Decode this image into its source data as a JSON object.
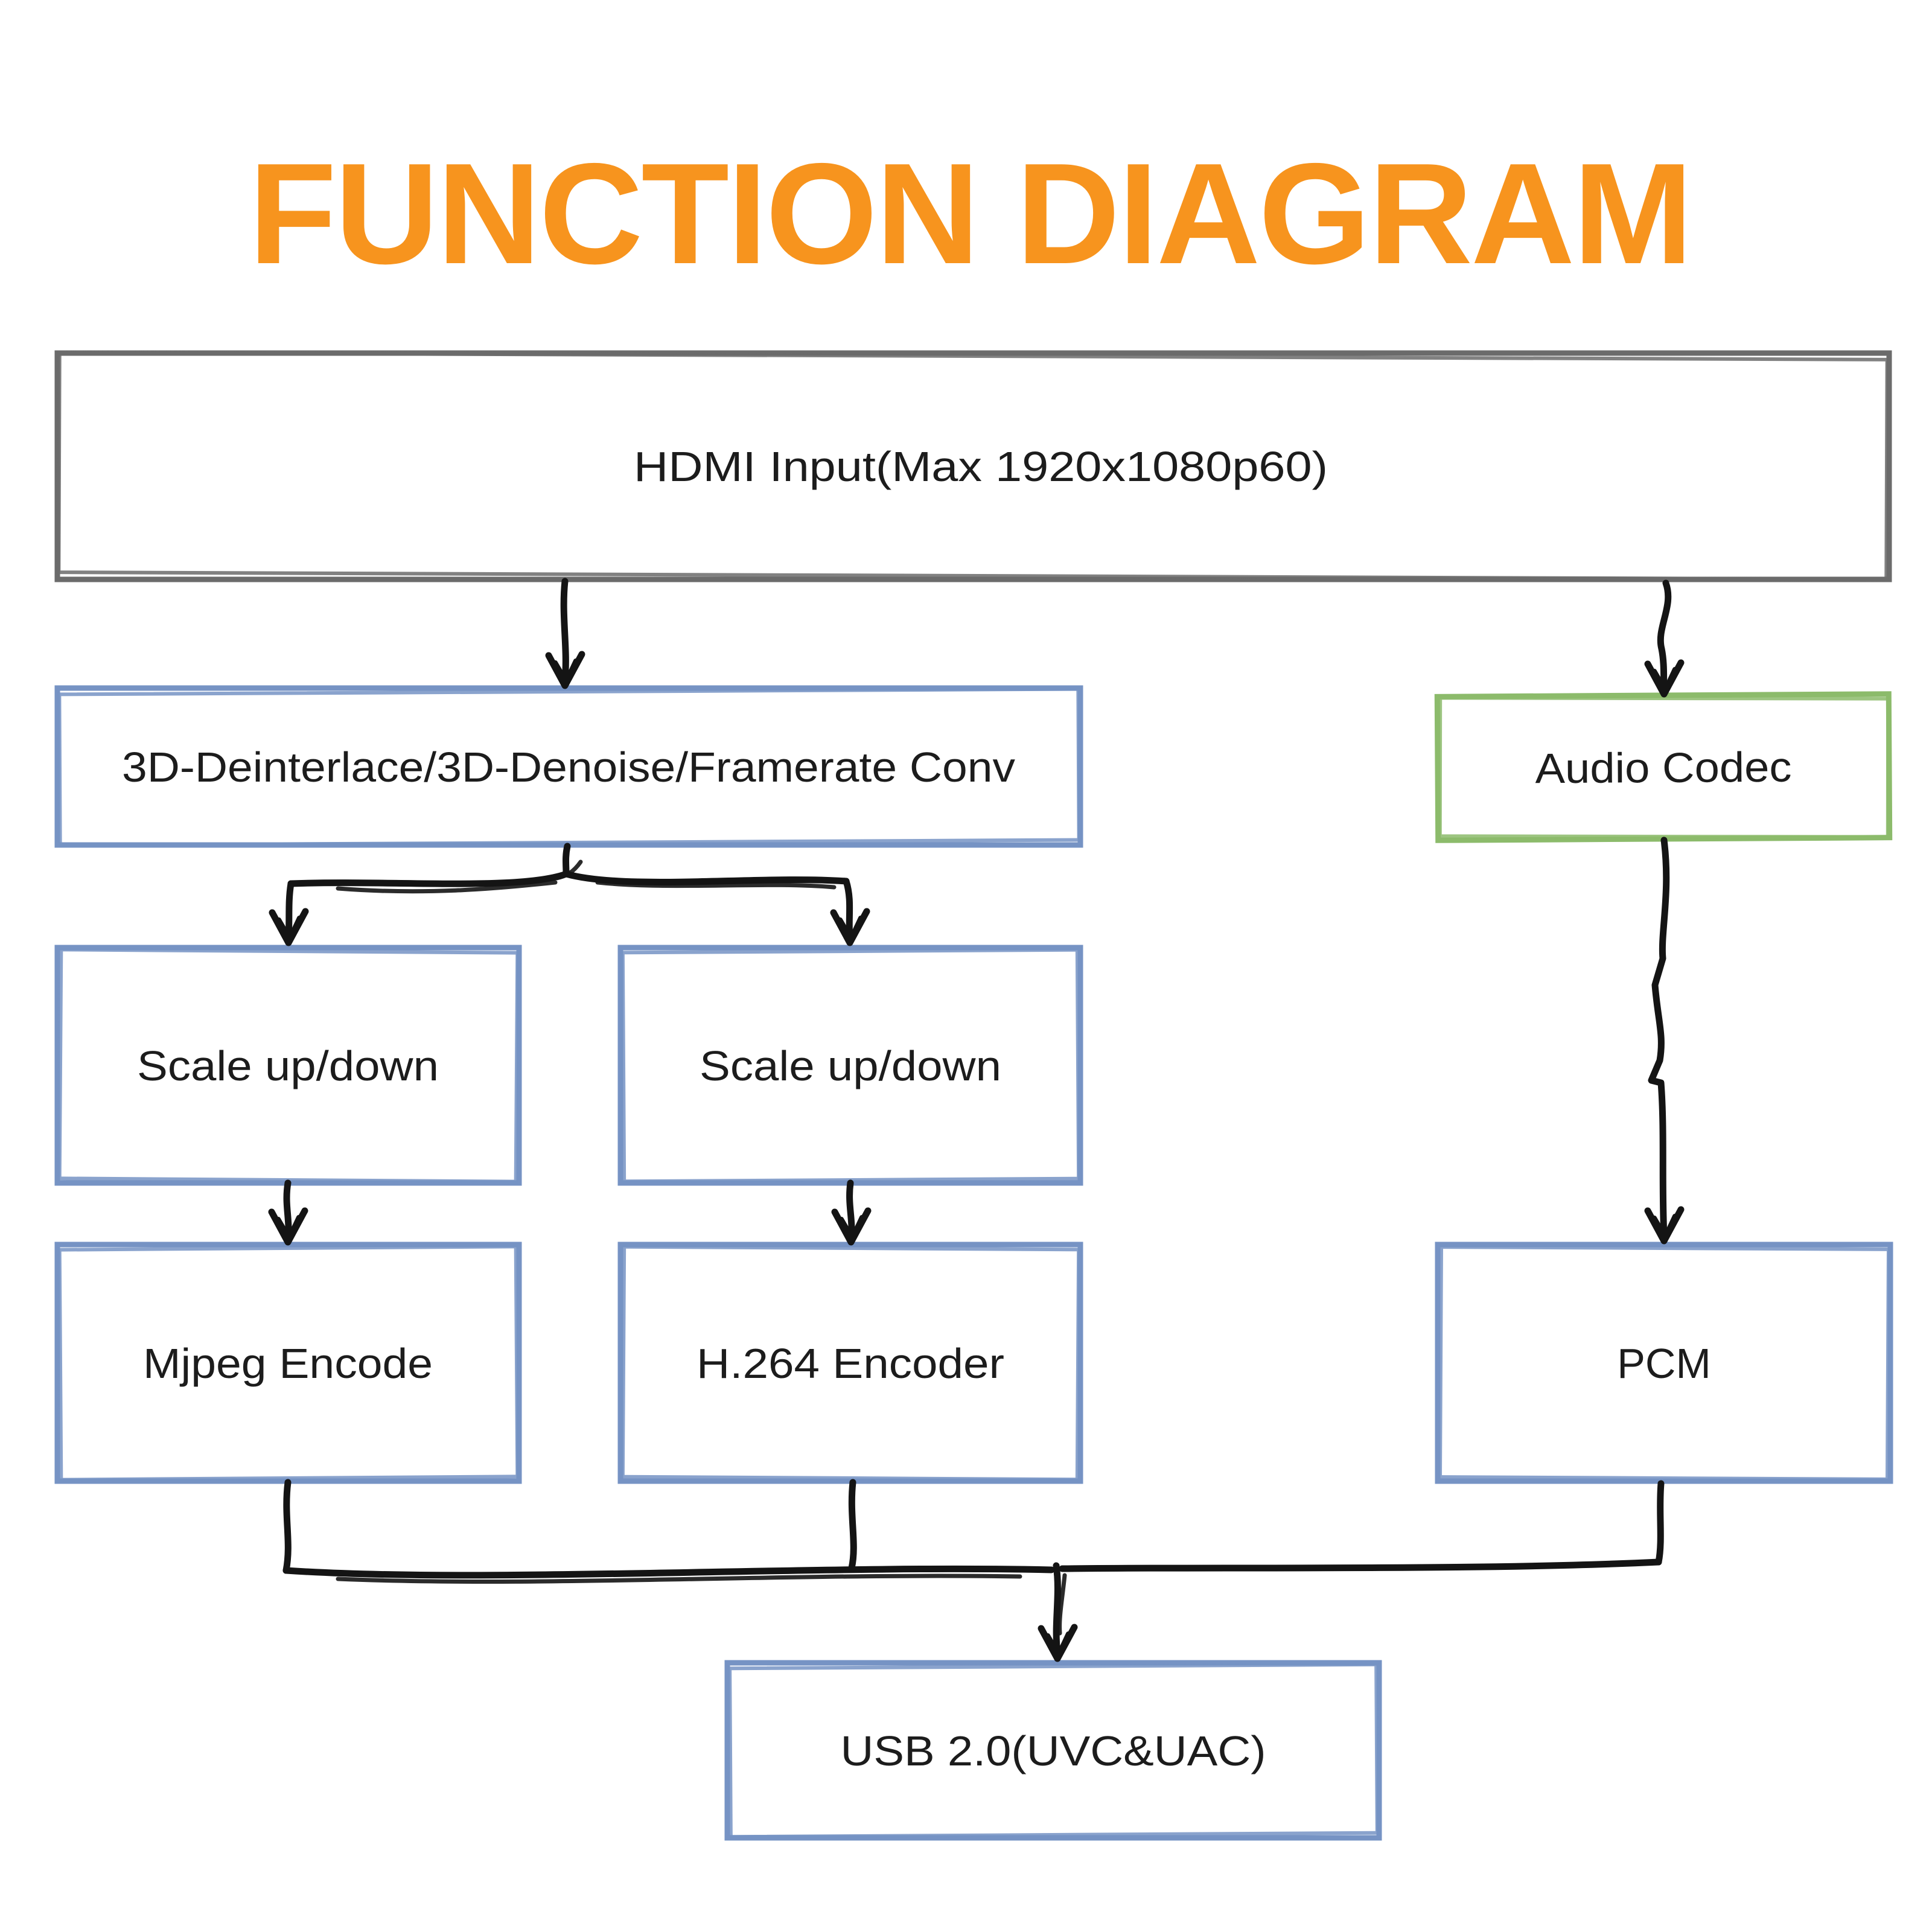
{
  "title": "FUNCTION DIAGRAM",
  "nodes": {
    "hdmi": {
      "label": "HDMI Input(Max 1920x1080p60)"
    },
    "preprocess": {
      "label": "3D-Deinterlace/3D-Denoise/Framerate Conv"
    },
    "audio_codec": {
      "label": "Audio Codec"
    },
    "scale_left": {
      "label": "Scale up/down"
    },
    "scale_right": {
      "label": "Scale up/down"
    },
    "mjpeg": {
      "label": "Mjpeg Encode"
    },
    "h264": {
      "label": "H.264 Encoder"
    },
    "pcm": {
      "label": "PCM"
    },
    "usb": {
      "label": "USB 2.0(UVC&UAC)"
    }
  },
  "edges": [
    {
      "from": "hdmi",
      "to": "preprocess"
    },
    {
      "from": "hdmi",
      "to": "audio_codec"
    },
    {
      "from": "preprocess",
      "to": "scale_left"
    },
    {
      "from": "preprocess",
      "to": "scale_right"
    },
    {
      "from": "scale_left",
      "to": "mjpeg"
    },
    {
      "from": "scale_right",
      "to": "h264"
    },
    {
      "from": "audio_codec",
      "to": "pcm"
    },
    {
      "from": "mjpeg",
      "to": "usb"
    },
    {
      "from": "h264",
      "to": "usb"
    },
    {
      "from": "pcm",
      "to": "usb"
    }
  ],
  "colors": {
    "title": "#F7941E",
    "box_border_gray": "#6B6B6B",
    "box_border_blue": "#7693C4",
    "box_border_green": "#8CBB6B",
    "hatch_gray": "#EBEBEB",
    "hatch_gray_light": "#F4F4F4",
    "hatch_blue": "#C5D8F2",
    "hatch_blue_light": "#DFEAF9",
    "hatch_green": "#D4E6C7",
    "hatch_green_light": "#E6F1DC",
    "connector_black": "#141414",
    "label_text": "#1C1C1C"
  }
}
